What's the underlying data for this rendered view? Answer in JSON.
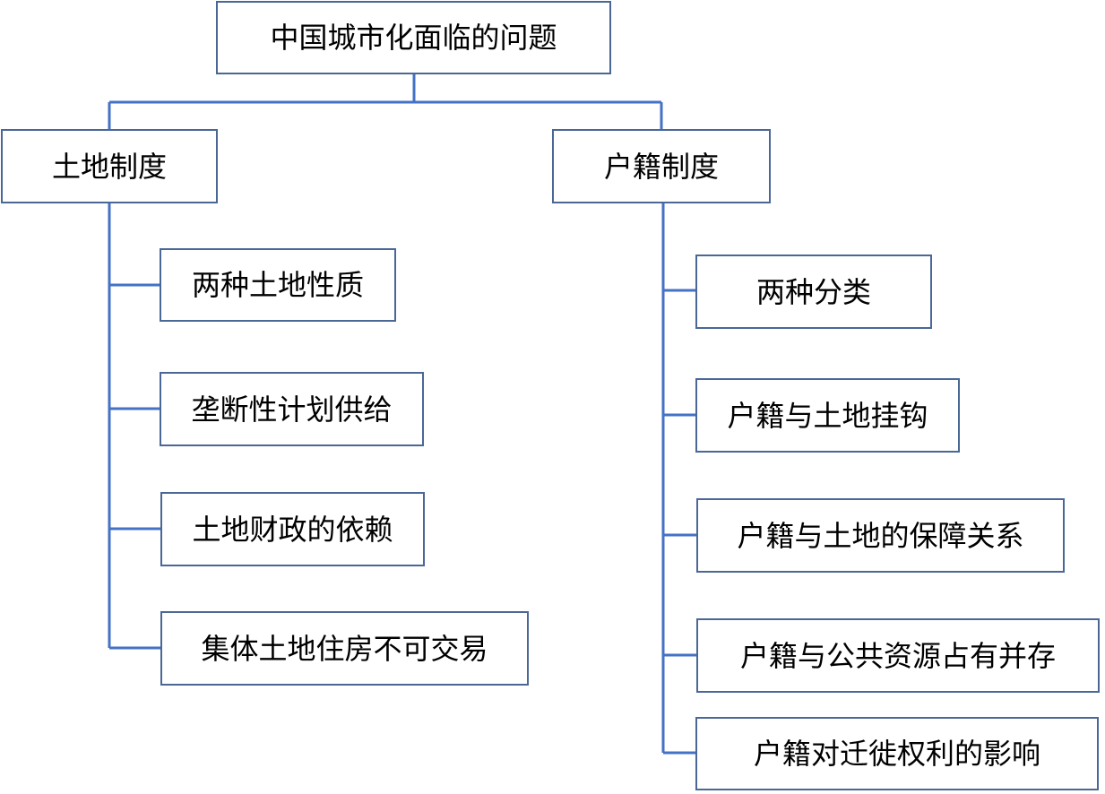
{
  "colors": {
    "line": "#4472c4",
    "border": "#4a6796",
    "text": "#000000",
    "background": "#ffffff"
  },
  "diagram": {
    "root": {
      "label": "中国城市化面临的问题"
    },
    "branches": [
      {
        "label": "土地制度",
        "children": [
          {
            "label": "两种土地性质"
          },
          {
            "label": "垄断性计划供给"
          },
          {
            "label": "土地财政的依赖"
          },
          {
            "label": "集体土地住房不可交易"
          }
        ]
      },
      {
        "label": "户籍制度",
        "children": [
          {
            "label": "两种分类"
          },
          {
            "label": "户籍与土地挂钩"
          },
          {
            "label": "户籍与土地的保障关系"
          },
          {
            "label": "户籍与公共资源占有并存"
          },
          {
            "label": "户籍对迁徙权利的影响"
          }
        ]
      }
    ]
  }
}
